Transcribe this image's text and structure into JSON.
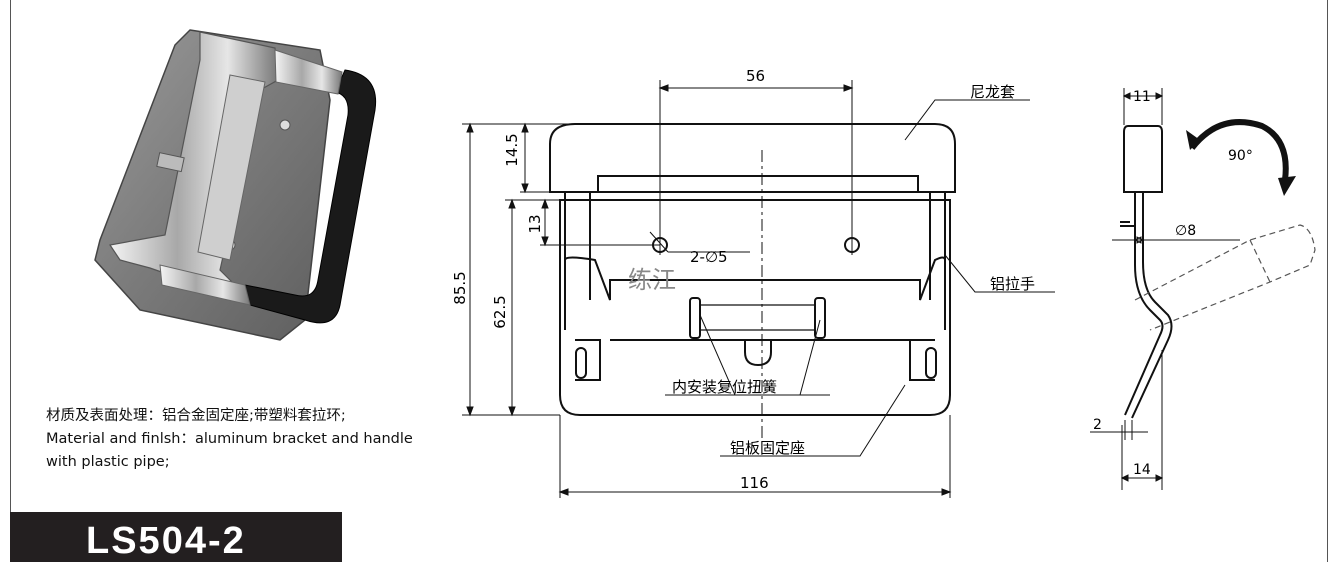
{
  "model": "LS504-2",
  "material": {
    "cn": "材质及表面处理：铝合金固定座;带塑料套拉环;",
    "en_line1": "Material and finlsh：aluminum bracket and handle",
    "en_line2": "with plastic pipe;"
  },
  "dimensions": {
    "hole_spacing": "56",
    "handle_height": "14.5",
    "hole_offset": "13",
    "total_height": "85.5",
    "base_height": "62.5",
    "width": "116",
    "holes": "2-∅5",
    "side_width": "11",
    "rod_diameter": "∅8",
    "thickness": "2",
    "depth": "14",
    "angle": "90°"
  },
  "labels": {
    "nylon_sleeve": "尼龙套",
    "aluminum_handle": "铝拉手",
    "reset_spring": "内安装复位扭簧",
    "aluminum_base": "铝板固定座",
    "watermark": "练江"
  },
  "colors": {
    "black_box": "#231f20",
    "handle_sleeve": "#1a1a1a"
  }
}
